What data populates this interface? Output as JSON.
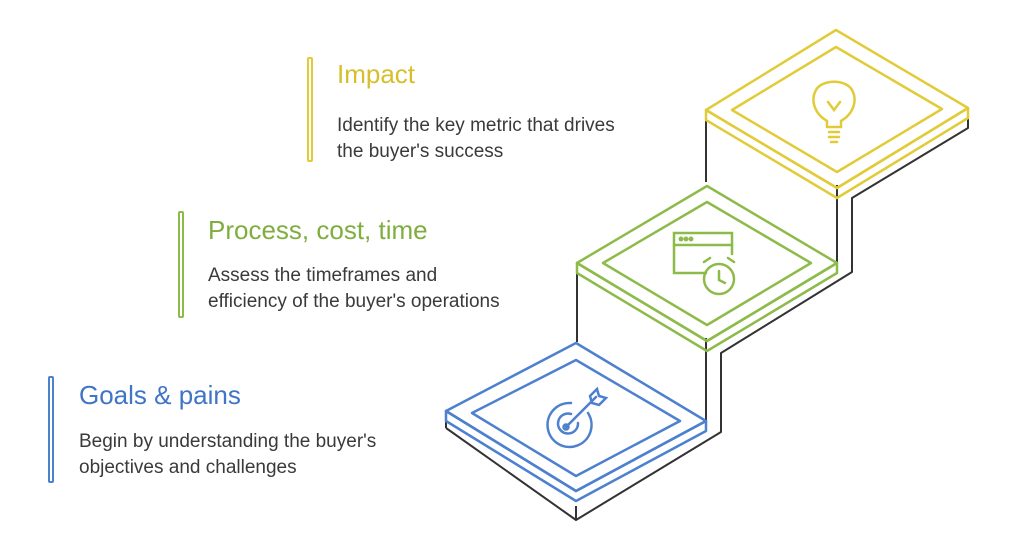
{
  "colors": {
    "impact": "#d6be2c",
    "process": "#7fae3f",
    "goals": "#3f74c7",
    "outline": "#333333"
  },
  "steps": [
    {
      "key": "impact",
      "title": "Impact",
      "description_lines": [
        "Identify the key metric that drives",
        "the buyer's success"
      ],
      "icon": "lightbulb-icon"
    },
    {
      "key": "process",
      "title": "Process, cost, time",
      "description_lines": [
        "Assess the timeframes and",
        "efficiency of the buyer's operations"
      ],
      "icon": "browser-clock-icon"
    },
    {
      "key": "goals",
      "title": "Goals & pains",
      "description_lines": [
        "Begin by understanding the buyer's",
        "objectives and challenges"
      ],
      "icon": "target-arrow-icon"
    }
  ]
}
